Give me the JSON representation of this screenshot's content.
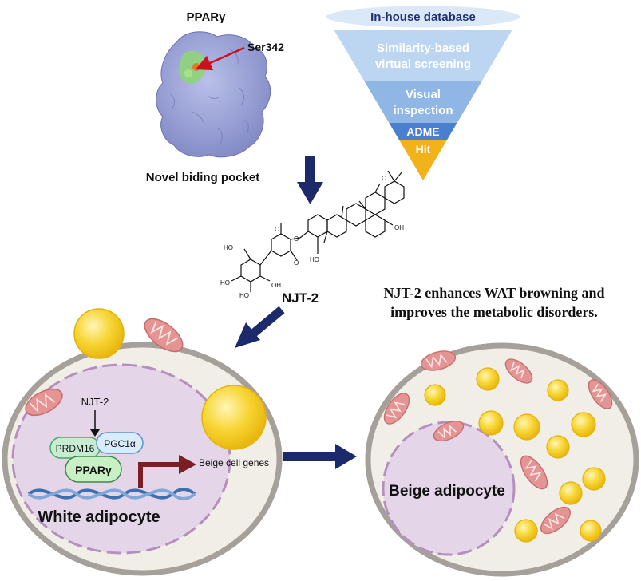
{
  "protein": {
    "title": "PPARγ",
    "residue": "Ser342",
    "caption": "Novel biding pocket"
  },
  "funnel": {
    "levels": [
      {
        "lines": [
          "In-house database"
        ],
        "color": "#dbe8f8",
        "text_color": "#1f2f73"
      },
      {
        "lines": [
          "Similarity-based",
          "virtual screening"
        ],
        "color": "#bcd5f0",
        "text_color": "#ffffff"
      },
      {
        "lines": [
          "Visual",
          "inspection"
        ],
        "color": "#8fb6e4",
        "text_color": "#ffffff"
      },
      {
        "lines": [
          "ADME"
        ],
        "color": "#4a7fd0",
        "text_color": "#ffffff"
      },
      {
        "lines": [
          "Hit"
        ],
        "color": "#f2b21b",
        "text_color": "#ffffff"
      }
    ]
  },
  "compound": {
    "name": "NJT-2",
    "atom_labels": [
      "HO",
      "HO",
      "HO",
      "HO",
      "OH",
      "OH",
      "O",
      "O",
      "O",
      "O"
    ]
  },
  "headline": {
    "line1": "NJT-2 enhances WAT browning and",
    "line2": "improves the metabolic disorders."
  },
  "white_cell": {
    "label": "White adipocyte",
    "drug": "NJT-2",
    "prdm16": "PRDM16",
    "pgc1a": "PGC1α",
    "ppar": "PPARγ",
    "genes": "Beige cell genes"
  },
  "beige_cell": {
    "label": "Beige adipocyte"
  },
  "colors": {
    "arrow_navy": "#1c2a6b",
    "membrane": "#a6a09a",
    "cytoplasm": "#f1eee8",
    "nucleus": "#e5d5e9",
    "lipid": "#f5d23a",
    "mito": "#e59494",
    "protein_surface": "#9ea6d8",
    "gene_arrow": "#7a1f24"
  }
}
